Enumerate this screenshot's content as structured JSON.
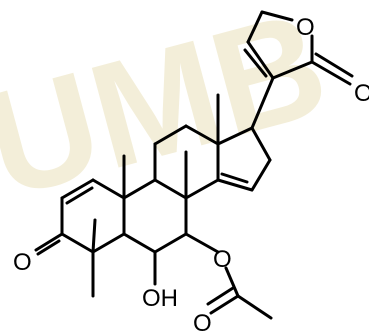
{
  "watermark": {
    "text": "UMB",
    "color": "#efe8c9"
  },
  "molecule": {
    "bond_color": "#000000",
    "labels": {
      "ring_oxygen": "O",
      "lactone_carbonyl_oxygen": "O",
      "ketone_oxygen": "O",
      "hydroxyl": "OH",
      "ester_oxygen": "O",
      "acetyl_carbonyl_oxygen": "O"
    }
  }
}
